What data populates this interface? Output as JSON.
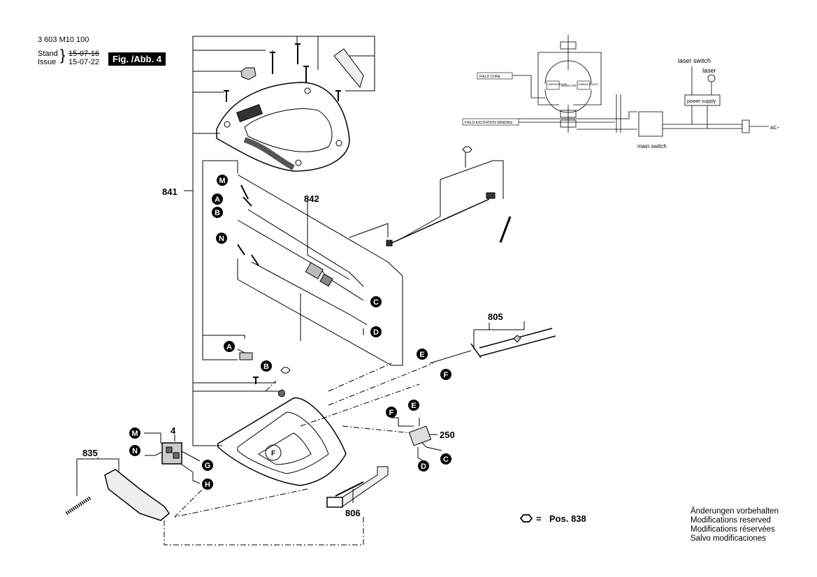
{
  "header": {
    "doc_number": "3 603 M10 100",
    "stand_label": "Stand",
    "stand_date_old": "15-07-16",
    "issue_label": "Issue",
    "issue_date": "15-07-22",
    "figure_label": "Fig. /Abb. 4"
  },
  "parts": {
    "p841": "841",
    "p842": "842",
    "p805": "805",
    "p250": "250",
    "p4": "4",
    "p835": "835",
    "p806": "806"
  },
  "markers": [
    "M",
    "A",
    "B",
    "N",
    "C",
    "D",
    "A",
    "B",
    "E",
    "F",
    "E",
    "F",
    "D",
    "C",
    "M",
    "N",
    "G",
    "H",
    "F"
  ],
  "legend": {
    "equals": "=",
    "pos_text": "Pos. 838"
  },
  "wiring": {
    "field_core": "FIELD CORE",
    "field_excitation": "FIELD EXCITATION WINDING",
    "carbon_brush_1": "CARBON BRUSH",
    "carbon_brush_2": "CARBON BRUSH",
    "armature": "ARMATURE",
    "laser_switch": "laser switch",
    "laser": "laser",
    "power_supply": "power supply",
    "main_switch": "main switch",
    "ac": "AC~"
  },
  "notes": [
    "Änderungen vorbehalten",
    "Modifications reserved",
    "Modifications réservées",
    "Salvo modificaciones"
  ]
}
